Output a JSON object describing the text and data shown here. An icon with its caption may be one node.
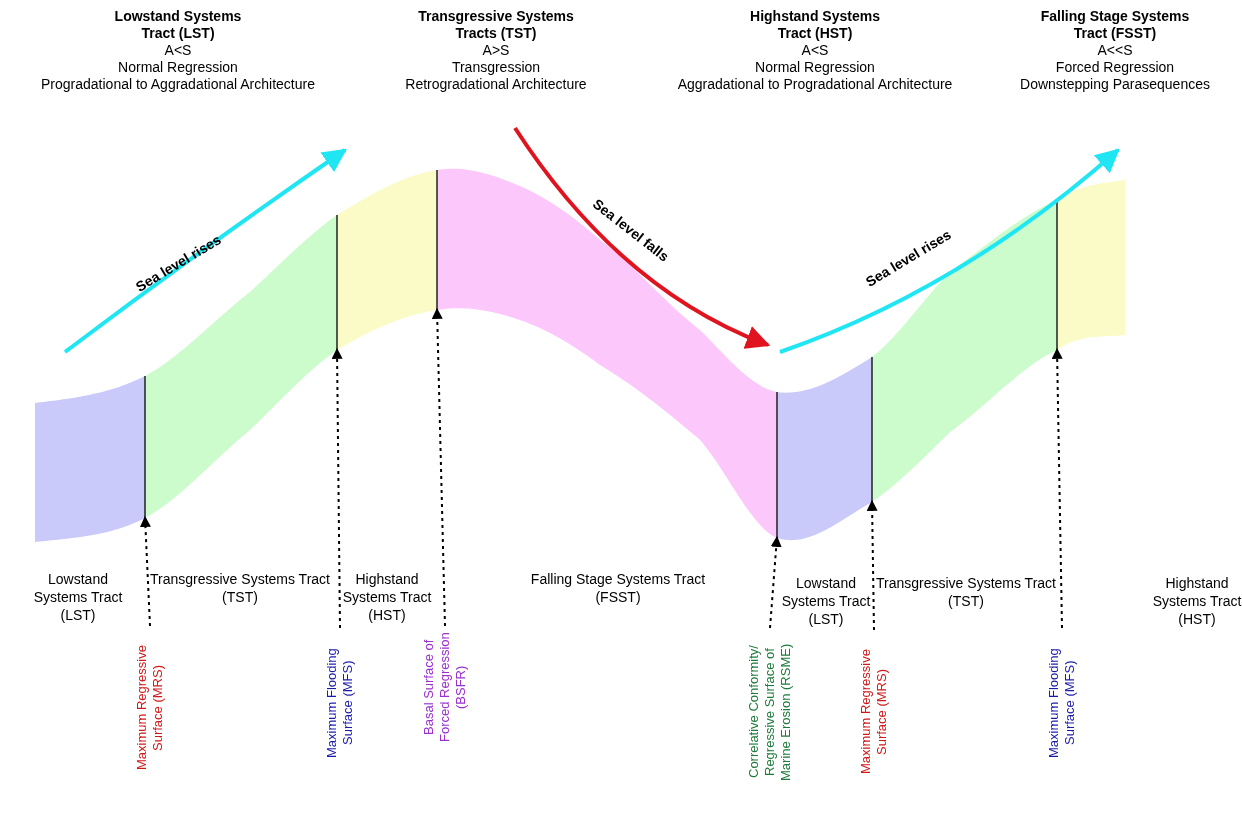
{
  "diagram": {
    "nodes": [
      {
        "text": [
          "Lowstand Systems Tract (LST)",
          "A<S",
          "Normal Regression",
          "Progradational to Aggradational Architecture"
        ]
      },
      {
        "text": [
          "Transgressive Systems Tracts (TST)",
          "A>S",
          "Transgression",
          "Retrogradational Architecture"
        ]
      },
      {
        "text": [
          "Highstand Systems Tract (HST)",
          "A<S",
          "Normal Regression",
          "Aggradational to Progradational Architecture"
        ]
      },
      {
        "text": [
          "Falling Stage Systems Tract (FSST)",
          "A<<S",
          "Forced Regression",
          "Downstepping Parasequences"
        ]
      },
      {
        "text": [],
        "shape": "band"
      },
      {
        "text": [],
        "shape": "band"
      },
      {
        "text": [],
        "shape": "band"
      },
      {
        "text": [],
        "shape": "band"
      },
      {
        "text": [],
        "shape": "band"
      },
      {
        "text": [],
        "shape": "band"
      },
      {
        "text": [],
        "shape": "band"
      },
      {
        "text": [
          "Maximum Regressive Surface (MRS)"
        ]
      },
      {
        "text": [
          "Maximum Flooding Surface (MFS)"
        ]
      },
      {
        "text": [
          "Basal Surface of Forced Regression (BSFR)"
        ]
      },
      {
        "text": [
          "Correlative Conformity/ Regressive Surface of Marine Erosion (RSME)"
        ]
      },
      {
        "text": [
          "Maximum Regressive Surface (MRS)"
        ]
      },
      {
        "text": [
          "Maximum Flooding Surface (MFS)"
        ]
      }
    ],
    "edges": [
      {
        "from": 11,
        "to": 5,
        "arrow": "to",
        "style": "dashed"
      },
      {
        "from": 12,
        "to": 6,
        "arrow": "to",
        "style": "dashed"
      },
      {
        "from": 13,
        "to": 7,
        "arrow": "to",
        "style": "dashed"
      },
      {
        "from": 14,
        "to": 8,
        "arrow": "to",
        "style": "dashed"
      },
      {
        "from": 15,
        "to": 9,
        "arrow": "to",
        "style": "dashed"
      },
      {
        "from": 16,
        "to": 10,
        "arrow": "to",
        "style": "dashed"
      }
    ],
    "labels": [
      "Sea level rises",
      "Sea level falls",
      "Sea level rises",
      "Lowstand Systems Tract (LST)",
      "Transgressive Systems Tract (TST)",
      "Highstand Systems Tract (HST)",
      "Falling Stage Systems Tract (FSST)",
      "Lowstand Systems Tract (LST)",
      "Transgressive Systems Tract (TST)",
      "Highstand Systems Tract (HST)"
    ]
  }
}
